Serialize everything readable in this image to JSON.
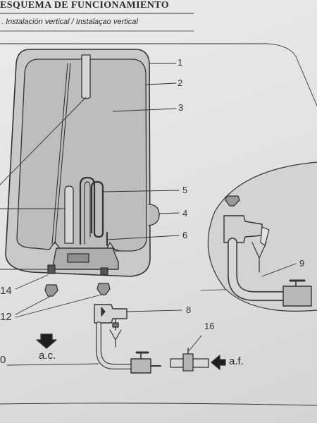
{
  "header": {
    "title": "ESQUEMA DE FUNCIONAMIENTO",
    "subtitle": ". Instalación vertical / Instalaçao vertical"
  },
  "callouts": {
    "c1": "1",
    "c2": "2",
    "c3": "3",
    "c4": "4",
    "c5": "5",
    "c6": "6",
    "c8": "8",
    "c9": "9",
    "c12": "12",
    "c14": "14",
    "c16": "16",
    "c0": "0"
  },
  "flow": {
    "hot_water": "a.c.",
    "cold_water": "a.f."
  },
  "colors": {
    "ink": "#333333",
    "paper": "#e6e6e7",
    "tank_fill": "#c6c6c8",
    "pipe_fill": "#d8d8da"
  }
}
